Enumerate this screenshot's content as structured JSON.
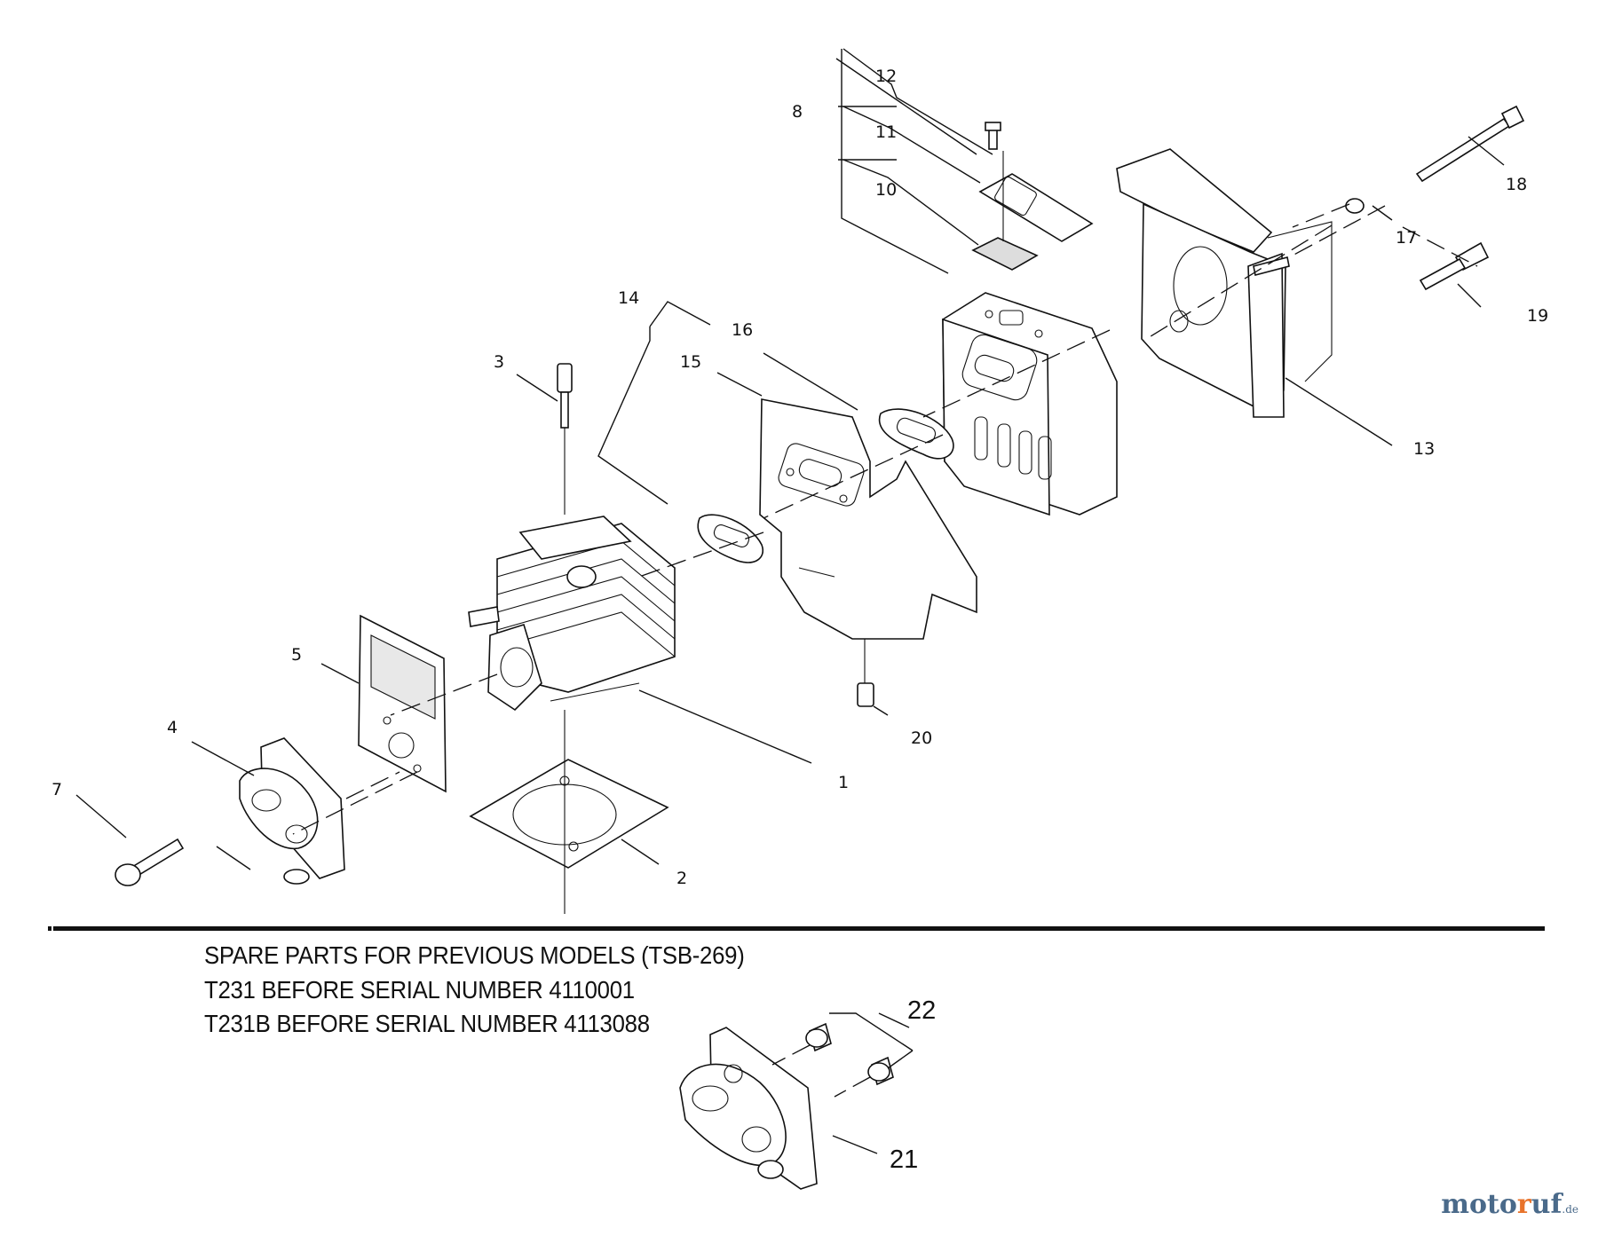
{
  "callouts": {
    "c1": "1",
    "c2": "2",
    "c3": "3",
    "c4": "4",
    "c5": "5",
    "c7": "7",
    "c8": "8",
    "c10": "10",
    "c11": "11",
    "c12": "12",
    "c13": "13",
    "c14": "14",
    "c15": "15",
    "c16": "16",
    "c17": "17",
    "c18": "18",
    "c19": "19",
    "c20": "20",
    "c21": "21",
    "c22": "22"
  },
  "notes": {
    "line1": "SPARE PARTS FOR PREVIOUS MODELS (TSB-269)",
    "line2": "T231 BEFORE SERIAL NUMBER 4110001",
    "line3": "T231B BEFORE SERIAL NUMBER 4113088"
  },
  "watermark": {
    "part1": "moto",
    "part2": "r",
    "part3": "uf",
    "suffix": ".de"
  }
}
